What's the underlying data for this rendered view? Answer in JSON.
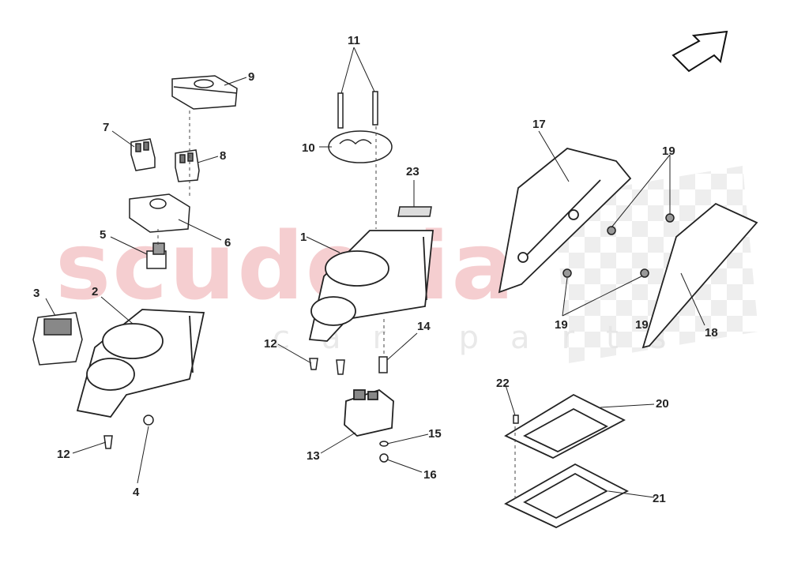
{
  "watermark": {
    "brand": "scuderia",
    "sub": "car parts"
  },
  "callouts": [
    "1",
    "2",
    "3",
    "4",
    "5",
    "6",
    "7",
    "8",
    "9",
    "10",
    "11",
    "12",
    "12",
    "13",
    "14",
    "15",
    "16",
    "17",
    "18",
    "19",
    "19",
    "19",
    "20",
    "21",
    "22",
    "23"
  ]
}
